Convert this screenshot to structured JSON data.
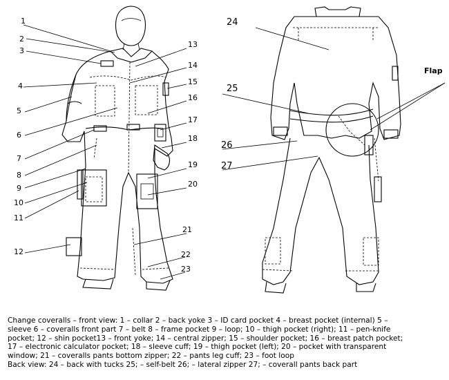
{
  "labels": {
    "front": [
      "1",
      "2",
      "3",
      "4",
      "5",
      "6",
      "7",
      "8",
      "9",
      "10",
      "11",
      "12",
      "13",
      "14",
      "15",
      "16",
      "17",
      "18",
      "19",
      "20",
      "21",
      "22",
      "23"
    ],
    "back": [
      "24",
      "25",
      "26",
      "27"
    ],
    "flap": "Flap"
  },
  "caption": {
    "front_lines": [
      "Change coveralls – front view: 1 – collar 2 – back yoke 3 – ID card pocket 4 – breast pocket (internal) 5 –",
      "sleeve 6 – coveralls front part 7 – belt 8 – frame pocket 9 – loop; 10 – thigh pocket (right); 11 – pen-knife",
      "pocket; 12 – shin pocket13 – front yoke; 14 – central zipper; 15 – shoulder pocket; 16 – breast patch pocket;",
      "17 – electronic calculator pocket; 18 – sleeve cuff; 19 – thigh pocket (left); 20 – pocket with transparent",
      "window; 21 – coveralls pants bottom zipper; 22 – pants leg cuff; 23 – foot loop"
    ],
    "back_line": "Back view: 24 – back with tucks 25; – self-belt 26; – lateral zipper 27; – coverall pants back part"
  }
}
